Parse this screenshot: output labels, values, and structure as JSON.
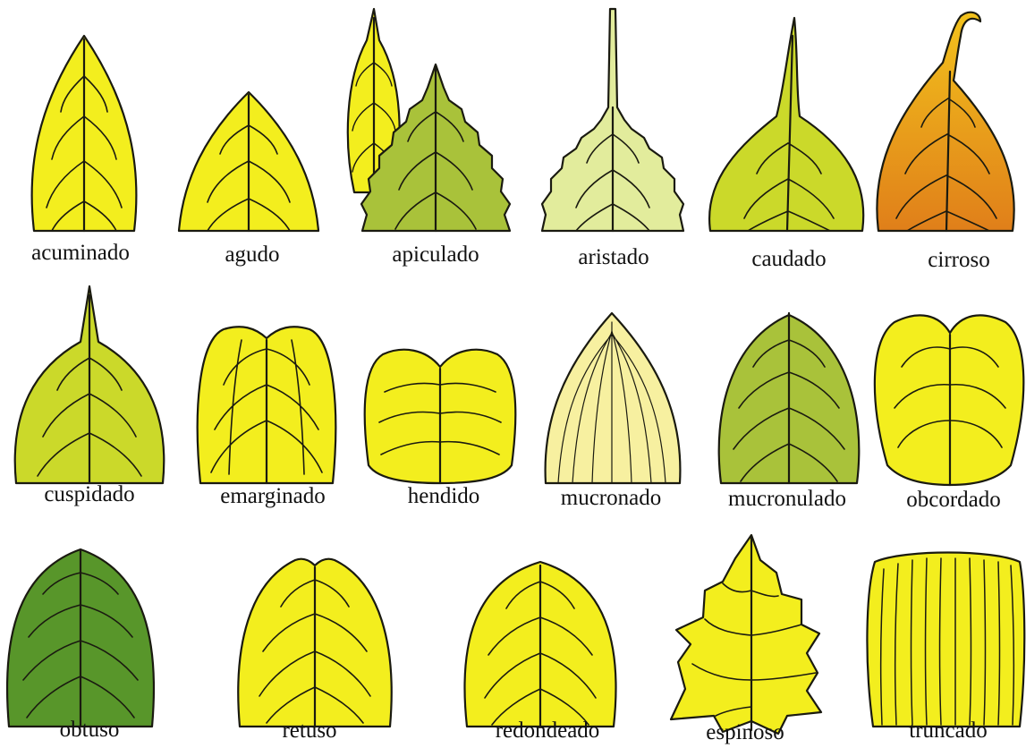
{
  "labels": [
    "acuminado",
    "agudo",
    "apiculado",
    "aristado",
    "caudado",
    "cirroso",
    "cuspidado",
    "emarginado",
    "hendido",
    "mucronado",
    "mucronulado",
    "obcordado",
    "obtuso",
    "retuso",
    "redondeado",
    "espinoso",
    "truncado"
  ],
  "colors": {
    "yellow": "#f3ee1e",
    "lime": "#cbd92a",
    "olive": "#a9c23a",
    "pale": "#e2ec9c",
    "green": "#58962a",
    "orange": "#e69a1c",
    "cream": "#f7f0a0",
    "outline": "#1a1a10"
  }
}
